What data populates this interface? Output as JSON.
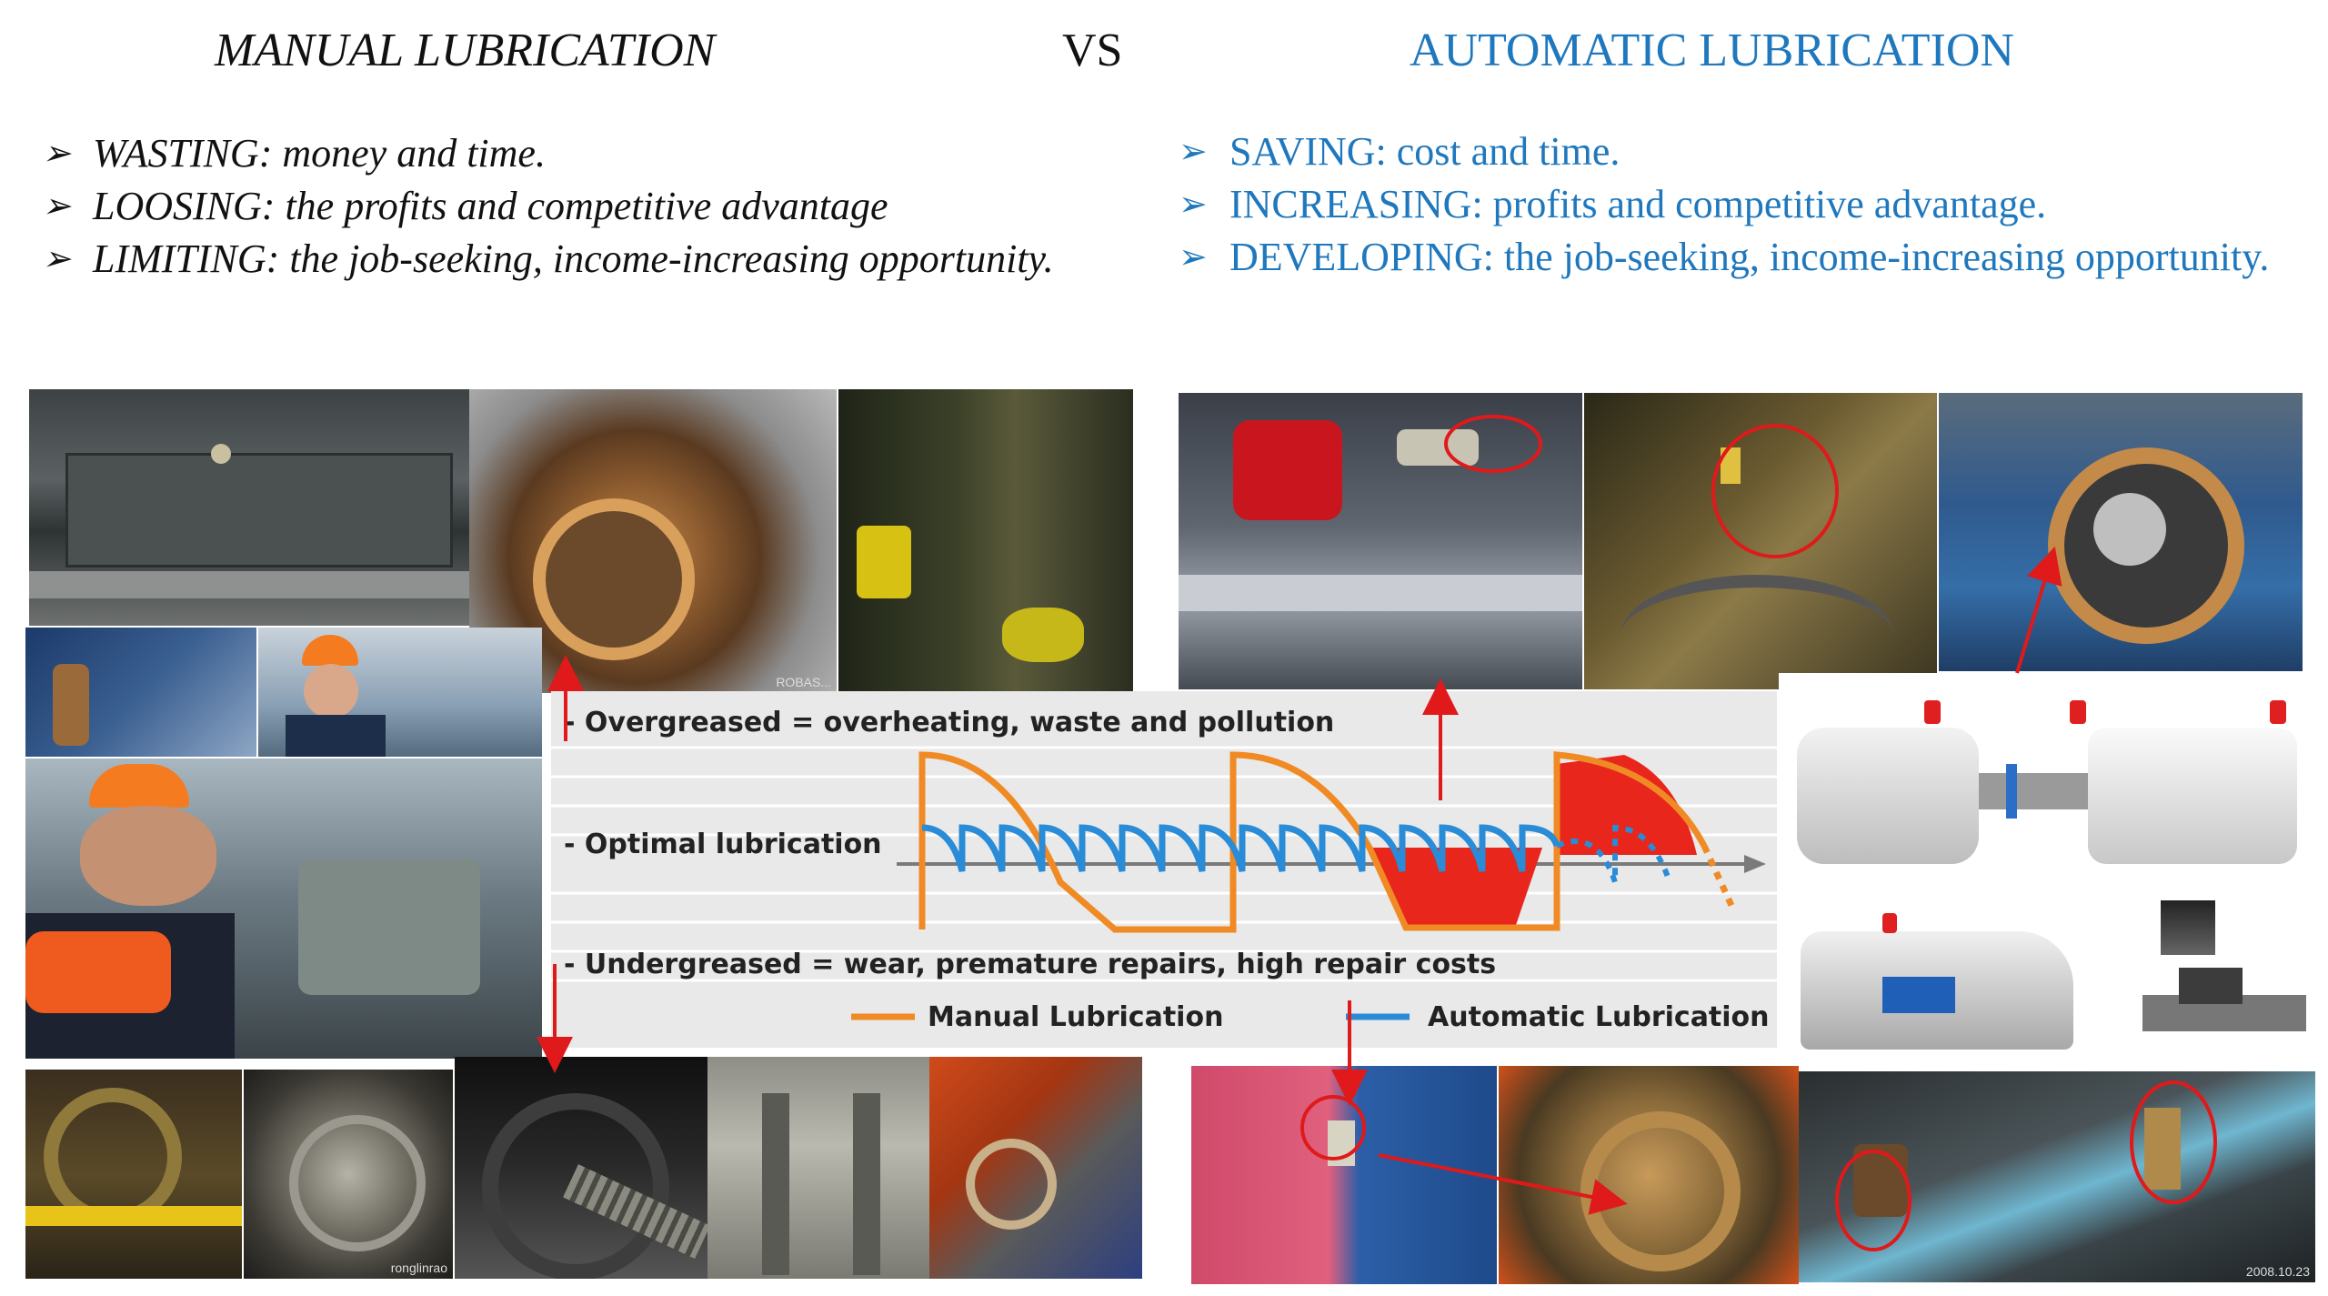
{
  "header": {
    "manual_title": "MANUAL LUBRICATION",
    "vs": "VS",
    "auto_title": "AUTOMATIC LUBRICATION"
  },
  "manual_points": [
    "WASTING: money and time.",
    " LOOSING: the profits and competitive advantage",
    "LIMITING: the job-seeking, income-increasing opportunity."
  ],
  "auto_points": [
    "SAVING: cost and time.",
    "INCREASING: profits and competitive advantage.",
    "DEVELOPING: the job-seeking, income-increasing opportunity."
  ],
  "bullet_glyph": "➢",
  "diagram": {
    "label_over": "- Overgreased = overheating, waste and pollution",
    "label_optimal": "- Optimal lubrication",
    "label_under": "- Undergreased = wear, premature repairs, high repair costs",
    "legend_manual": "Manual Lubrication",
    "legend_auto": "Automatic Lubrication"
  },
  "colors": {
    "manual": "#f08a24",
    "auto": "#2a8bd6",
    "fill_red": "#e8261c",
    "callout_red": "#e0191b",
    "title_blue": "#1f78bd"
  },
  "photo_captions": {
    "coupling_gear": "ROBAS...",
    "bearing": "ronglinrao",
    "conveyor": "2008.10.23"
  }
}
